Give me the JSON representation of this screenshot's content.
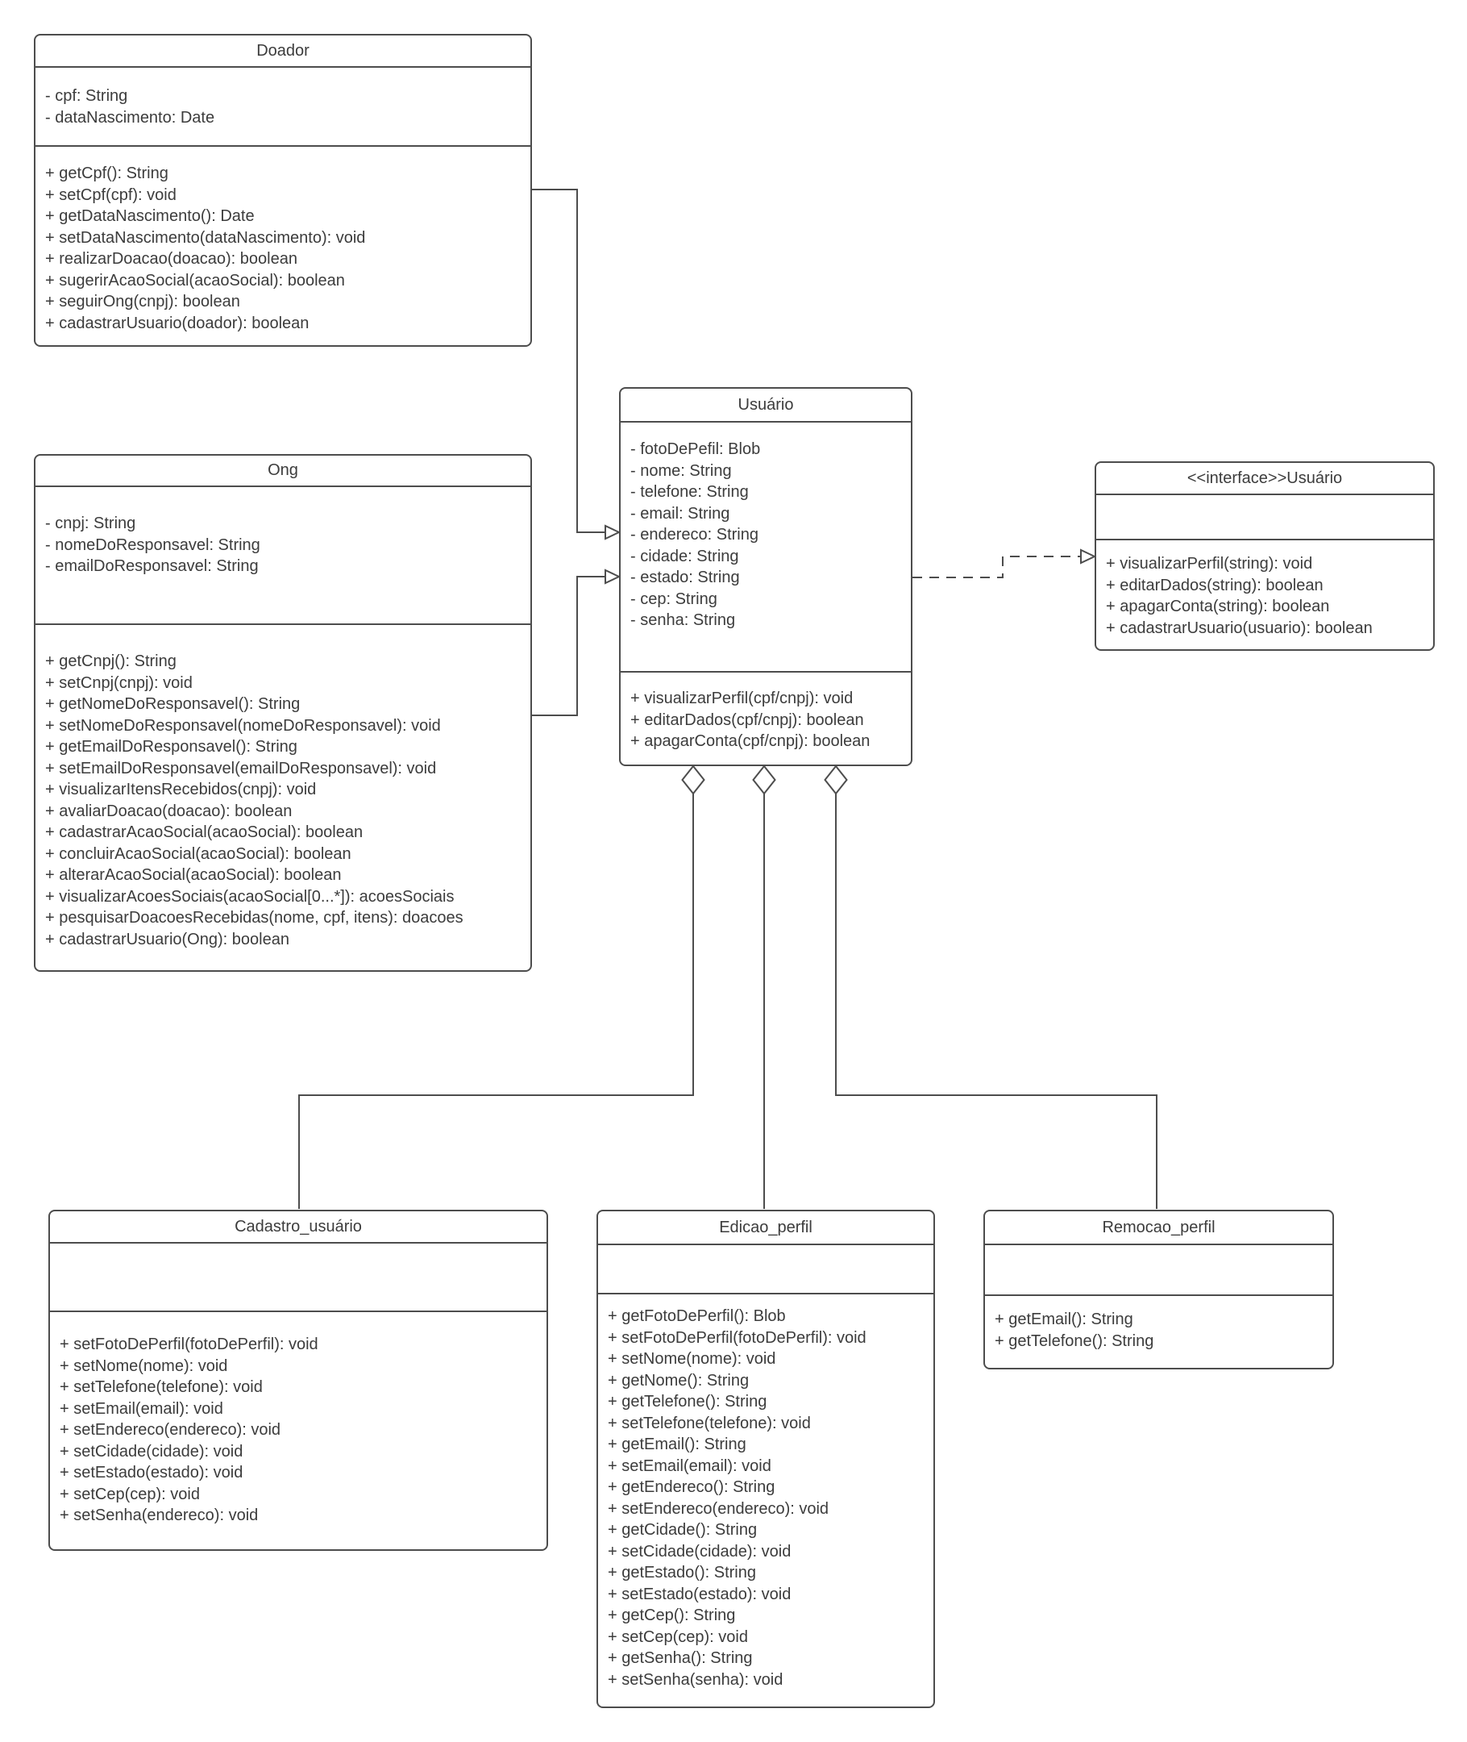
{
  "colors": {
    "line": "#4d4d4d",
    "text": "#3c3c3c",
    "background": "#ffffff"
  },
  "classes": {
    "doador": {
      "title": "Doador",
      "attributes": [
        "- cpf: String",
        "- dataNascimento: Date"
      ],
      "methods": [
        "+ getCpf(): String",
        "+ setCpf(cpf): void",
        "+ getDataNascimento(): Date",
        "+ setDataNascimento(dataNascimento): void",
        "+ realizarDoacao(doacao): boolean",
        "+ sugerirAcaoSocial(acaoSocial): boolean",
        "+ seguirOng(cnpj): boolean",
        "+ cadastrarUsuario(doador): boolean"
      ]
    },
    "ong": {
      "title": "Ong",
      "attributes": [
        "- cnpj: String",
        "- nomeDoResponsavel: String",
        "- emailDoResponsavel: String"
      ],
      "methods": [
        "+ getCnpj(): String",
        "+ setCnpj(cnpj): void",
        "+ getNomeDoResponsavel(): String",
        "+ setNomeDoResponsavel(nomeDoResponsavel): void",
        "+ getEmailDoResponsavel(): String",
        "+ setEmailDoResponsavel(emailDoResponsavel): void",
        "+ visualizarItensRecebidos(cnpj): void",
        "+ avaliarDoacao(doacao): boolean",
        "+ cadastrarAcaoSocial(acaoSocial): boolean",
        "+ concluirAcaoSocial(acaoSocial): boolean",
        "+ alterarAcaoSocial(acaoSocial): boolean",
        "+ visualizarAcoesSociais(acaoSocial[0...*]): acoesSociais",
        "+ pesquisarDoacoesRecebidas(nome, cpf, itens): doacoes",
        "+ cadastrarUsuario(Ong): boolean"
      ]
    },
    "usuario": {
      "title": "Usuário",
      "attributes": [
        "- fotoDePefil: Blob",
        "- nome: String",
        "- telefone: String",
        "- email: String",
        "- endereco: String",
        "- cidade: String",
        "- estado: String",
        "- cep: String",
        "- senha: String"
      ],
      "methods": [
        "+ visualizarPerfil(cpf/cnpj): void",
        "+ editarDados(cpf/cnpj): boolean",
        "+ apagarConta(cpf/cnpj): boolean"
      ]
    },
    "interfaceUsuario": {
      "title": "<<interface>>Usuário",
      "attributes": [],
      "methods": [
        "+ visualizarPerfil(string): void",
        "+ editarDados(string): boolean",
        "+ apagarConta(string): boolean",
        "+ cadastrarUsuario(usuario): boolean"
      ]
    },
    "cadastroUsuario": {
      "title": "Cadastro_usuário",
      "attributes": [],
      "methods": [
        "+ setFotoDePerfil(fotoDePerfil): void",
        "+ setNome(nome): void",
        "+ setTelefone(telefone): void",
        "+ setEmail(email): void",
        "+ setEndereco(endereco): void",
        "+ setCidade(cidade): void",
        "+ setEstado(estado): void",
        "+ setCep(cep): void",
        "+ setSenha(endereco): void"
      ]
    },
    "edicaoPerfil": {
      "title": "Edicao_perfil",
      "attributes": [],
      "methods": [
        "+ getFotoDePerfil(): Blob",
        "+ setFotoDePerfil(fotoDePerfil): void",
        "+ setNome(nome): void",
        "+ getNome(): String",
        "+ getTelefone(): String",
        "+ setTelefone(telefone): void",
        "+ getEmail(): String",
        "+ setEmail(email): void",
        "+ getEndereco(): String",
        "+ setEndereco(endereco): void",
        "+ getCidade(): String",
        "+ setCidade(cidade): void",
        "+ getEstado(): String",
        "+ setEstado(estado): void",
        "+ getCep(): String",
        "+ setCep(cep): void",
        "+ getSenha(): String",
        "+ setSenha(senha): void"
      ]
    },
    "remocaoPerfil": {
      "title": "Remocao_perfil",
      "attributes": [],
      "methods": [
        "+ getEmail(): String",
        "+ getTelefone(): String"
      ]
    }
  },
  "relationships": [
    {
      "from": "Doador",
      "to": "Usuário",
      "type": "generalization"
    },
    {
      "from": "Ong",
      "to": "Usuário",
      "type": "generalization"
    },
    {
      "from": "Usuário",
      "to": "<<interface>>Usuário",
      "type": "realization"
    },
    {
      "from": "Usuário",
      "to": "Cadastro_usuário",
      "type": "aggregation"
    },
    {
      "from": "Usuário",
      "to": "Edicao_perfil",
      "type": "aggregation"
    },
    {
      "from": "Usuário",
      "to": "Remocao_perfil",
      "type": "aggregation"
    }
  ]
}
